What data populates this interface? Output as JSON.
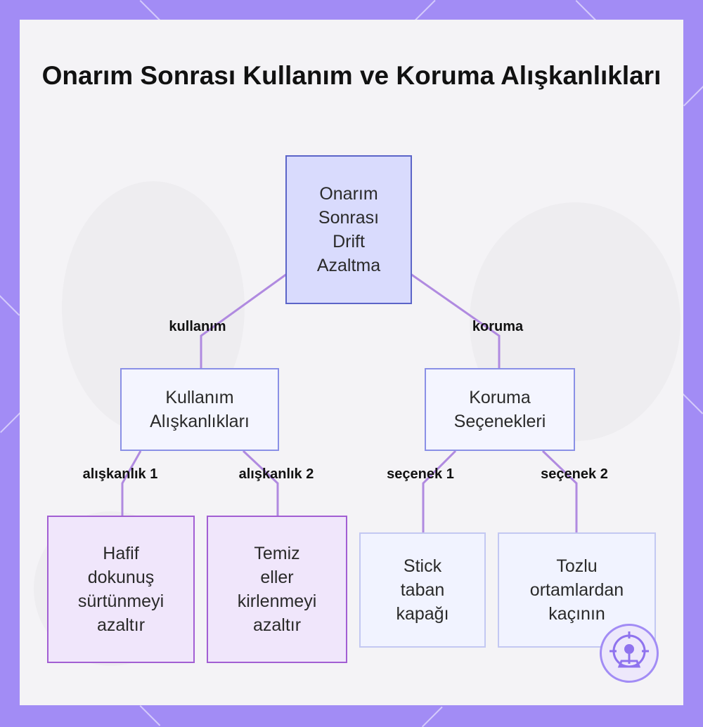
{
  "title": "Onarım Sonrası Kullanım ve Koruma Alışkanlıkları",
  "colors": {
    "frame": "#a28cf5",
    "card": "#f4f3f6",
    "connector": "#b08ae0",
    "root_fill": "#d9dbfd",
    "purple_fill": "#f0e6fb",
    "light_fill": "#f1f3ff"
  },
  "nodes": {
    "root": "Onarım\nSonrası\nDrift\nAzaltma",
    "usage": "Kullanım\nAlışkanlıkları",
    "protection": "Koruma\nSeçenekleri",
    "habit1": "Hafif\ndokunuş\nsürtünmeyi\nazaltır",
    "habit2": "Temiz\neller\nkirlenmeyi\nazaltır",
    "option1": "Stick\ntaban\nkapağı",
    "option2": "Tozlu\nortamlardan\nkaçının"
  },
  "edges": {
    "usage": "kullanım",
    "protection": "koruma",
    "habit1": "alışkanlık 1",
    "habit2": "alışkanlık 2",
    "option1": "seçenek 1",
    "option2": "seçenek 2"
  },
  "badge_icon": "joystick-target-icon"
}
